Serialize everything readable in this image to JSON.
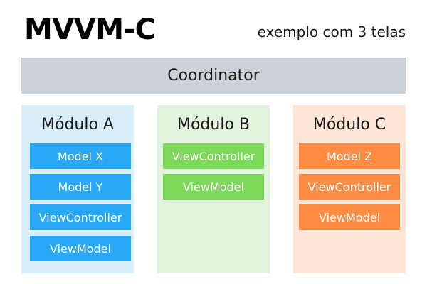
{
  "header": {
    "title": "MVVM-C",
    "subtitle": "exemplo com 3 telas"
  },
  "coordinator": {
    "label": "Coordinator",
    "color": "#cdd2d9"
  },
  "modules": [
    {
      "title": "Módulo A",
      "background": "#d9eefb",
      "item_color": "#28a8f5",
      "items": [
        "Model X",
        "Model Y",
        "ViewController",
        "ViewModel"
      ]
    },
    {
      "title": "Módulo B",
      "background": "#e3f4de",
      "item_color": "#7bd957",
      "items": [
        "ViewController",
        "ViewModel"
      ]
    },
    {
      "title": "Módulo C",
      "background": "#fde5d7",
      "item_color": "#ff8c42",
      "items": [
        "Model Z",
        "ViewController",
        "ViewModel"
      ]
    }
  ]
}
